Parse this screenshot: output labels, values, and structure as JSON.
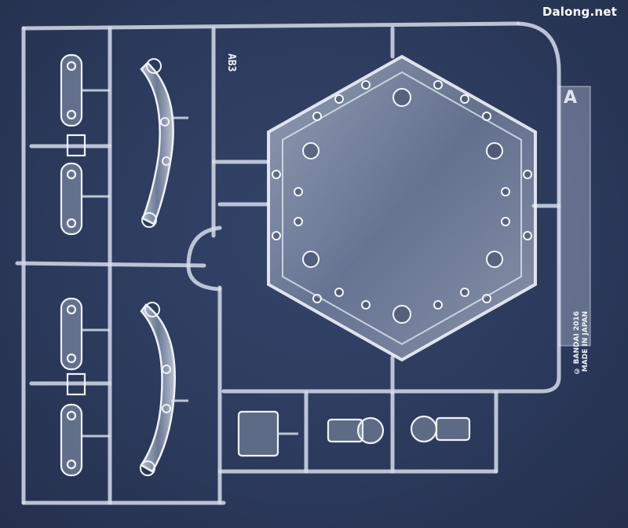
{
  "scene": {
    "type": "photo",
    "subject": "clear plastic model kit sprue"
  },
  "watermark": "Dalong.net",
  "sprue_letter": "A",
  "part_code": "AB3",
  "copyright": {
    "line1": "© BANDAI 2016",
    "line2": "MADE IN JAPAN"
  },
  "colors": {
    "background": "#2c3a5c",
    "plastic": "#c9d4e3"
  }
}
